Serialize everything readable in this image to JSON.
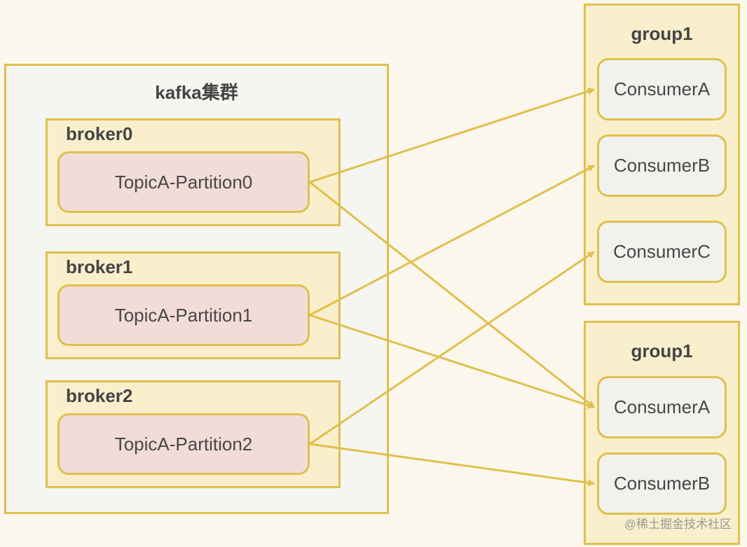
{
  "cluster": {
    "title": "kafka集群"
  },
  "brokers": [
    {
      "title": "broker0",
      "partition": "TopicA-Partition0"
    },
    {
      "title": "broker1",
      "partition": "TopicA-Partition1"
    },
    {
      "title": "broker2",
      "partition": "TopicA-Partition2"
    }
  ],
  "groups": [
    {
      "title": "group1",
      "consumers": [
        "ConsumerA",
        "ConsumerB",
        "ConsumerC"
      ]
    },
    {
      "title": "group1",
      "consumers": [
        "ConsumerA",
        "ConsumerB"
      ]
    }
  ],
  "edges": [
    {
      "from": "partition-0",
      "to": "group-0-consumer-0"
    },
    {
      "from": "partition-0",
      "to": "group-1-consumer-0"
    },
    {
      "from": "partition-1",
      "to": "group-0-consumer-1"
    },
    {
      "from": "partition-1",
      "to": "group-1-consumer-0"
    },
    {
      "from": "partition-2",
      "to": "group-0-consumer-2"
    },
    {
      "from": "partition-2",
      "to": "group-1-consumer-1"
    }
  ],
  "colors": {
    "accent": "#dfc04e",
    "partition_fill": "#f2dcd7",
    "container_fill": "#f9efcc",
    "cluster_fill": "#f5f5f1",
    "background": "#fcf7ec"
  },
  "watermark": "@稀土掘金技术社区"
}
